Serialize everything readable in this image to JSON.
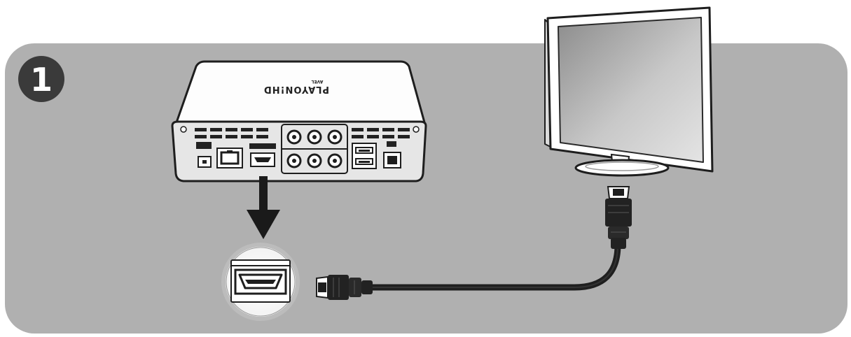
{
  "step": {
    "number": "1"
  },
  "device": {
    "brand": "PLAYON!HD",
    "brand_sub": "AVEL"
  },
  "colors": {
    "panel": "#b0b0b0",
    "badge": "#3a3a3a",
    "outline": "#1e1e1e",
    "device_body": "#fdfdfd",
    "device_back": "#e6e6e6",
    "cable": "#1f1f1f",
    "screen_dark": "#8e8e8e",
    "screen_light": "#d9d9d9"
  },
  "icons": {
    "arrow": "arrow-down-icon",
    "zoom": "hdmi-port-zoom-icon",
    "plug": "hdmi-plug-icon"
  }
}
